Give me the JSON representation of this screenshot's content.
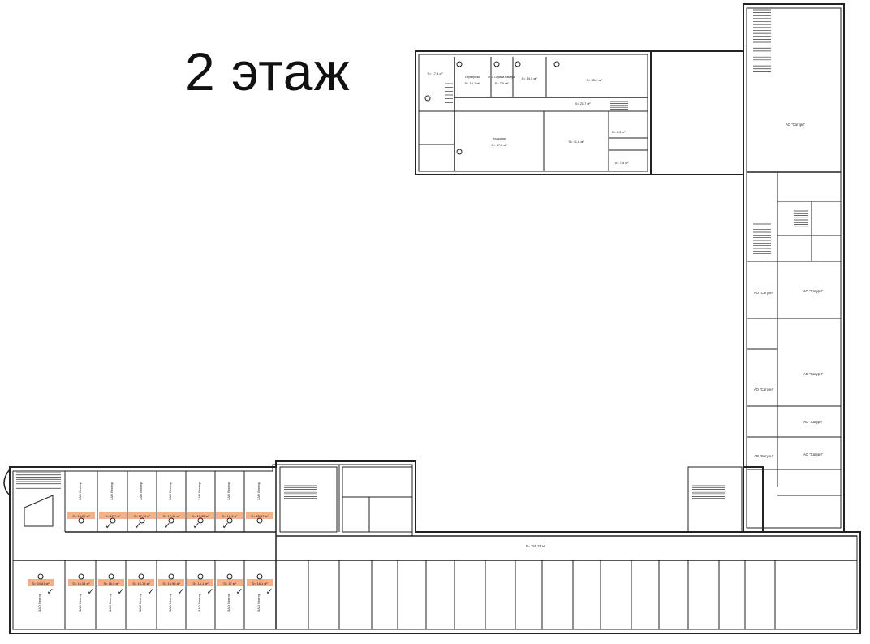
{
  "floor_title": "2 этаж",
  "tenant_label": "АО \"Сатурн\"",
  "corridor_area": "S= 150,31 м²",
  "check_mark": "✓",
  "rooms_top_block": [
    {
      "id": "r1",
      "area": "S= 17,4 м²"
    },
    {
      "id": "r2",
      "label": "Серверная",
      "area": "S= 16,1 м²"
    },
    {
      "id": "r3",
      "label": "УПС Охрана Камеры",
      "area": "S= 7,6 м²"
    },
    {
      "id": "r4",
      "area": "S= 14,5 м²"
    },
    {
      "id": "r5",
      "area": "S= 45,3 м²"
    },
    {
      "id": "r6",
      "area": "S= 21,7 м²"
    },
    {
      "id": "r7",
      "label": "Кладовая",
      "area": "S= 37,8 м²"
    },
    {
      "id": "r8",
      "area": "S= 41,8 м²"
    },
    {
      "id": "r9",
      "area": "S= 8,3 м²"
    },
    {
      "id": "r10",
      "area": "S= 7,5 м²"
    }
  ],
  "rooms_bottom_row": [
    {
      "id": "b1",
      "label": "ЗАО Вектор",
      "area": "S= 24,81 м²",
      "checked": true
    },
    {
      "id": "b2",
      "label": "ЗАО Вектор",
      "area": "S= 16,04 м²",
      "checked": true
    },
    {
      "id": "b3",
      "label": "ЗАО Вектор",
      "area": "S= 16,0 м²",
      "checked": true
    },
    {
      "id": "b4",
      "label": "ЗАО Вектор",
      "area": "S= 16,15 м²",
      "checked": true
    },
    {
      "id": "b5",
      "label": "ЗАО Вектор",
      "area": "S= 15,96 м²",
      "checked": true
    },
    {
      "id": "b6",
      "label": "ЗАО Вектор",
      "area": "S= 16,1 м²",
      "checked": true
    },
    {
      "id": "b7",
      "label": "ЗАО Вектор",
      "area": "S= 17 м²",
      "checked": true
    },
    {
      "id": "b8",
      "label": "ЗАО Вектор",
      "area": "S= 16,1 м²",
      "checked": true
    }
  ],
  "rooms_upper_row": [
    {
      "id": "u1",
      "label": "ЗАО Вектор",
      "area": "S= 15,62 м²",
      "checked": false
    },
    {
      "id": "u2",
      "label": "ЗАО Вектор",
      "area": "S= 17,7 м²",
      "checked": true
    },
    {
      "id": "u3",
      "label": "ЗАО Вектор",
      "area": "S= 17,11 м²",
      "checked": true
    },
    {
      "id": "u4",
      "label": "ЗАО Вектор",
      "area": "S= 17,11 м²",
      "checked": true
    },
    {
      "id": "u5",
      "label": "ЗАО Вектор",
      "area": "S= 17,35 м²",
      "checked": true
    },
    {
      "id": "u6",
      "label": "ЗАО Вектор",
      "area": "S= 17,1 м²",
      "checked": true
    },
    {
      "id": "u7",
      "label": "ЗАО Вектор",
      "area": "S= 20,17 м²",
      "checked": false
    }
  ],
  "highlight_color": "#f3b08a",
  "line_color": "#222222"
}
